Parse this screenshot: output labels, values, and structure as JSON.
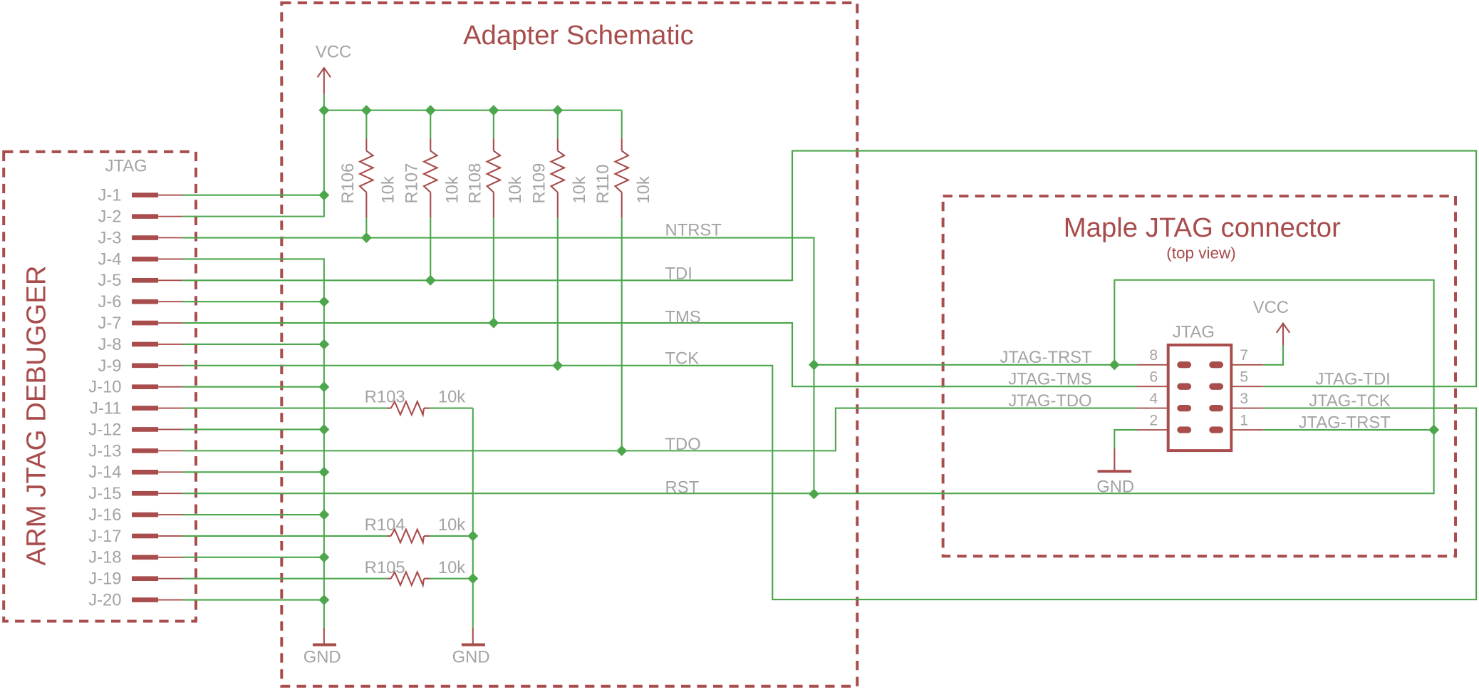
{
  "debugger": {
    "title": "ARM JTAG DEBUGGER",
    "connector_label": "JTAG",
    "pins": [
      "J-1",
      "J-2",
      "J-3",
      "J-4",
      "J-5",
      "J-6",
      "J-7",
      "J-8",
      "J-9",
      "J-10",
      "J-11",
      "J-12",
      "J-13",
      "J-14",
      "J-15",
      "J-16",
      "J-17",
      "J-18",
      "J-19",
      "J-20"
    ]
  },
  "adapter": {
    "title": "Adapter Schematic",
    "vcc_label": "VCC",
    "gnd_labels": [
      "GND",
      "GND"
    ],
    "pullups": [
      {
        "name": "R106",
        "value": "10k"
      },
      {
        "name": "R107",
        "value": "10k"
      },
      {
        "name": "R108",
        "value": "10k"
      },
      {
        "name": "R109",
        "value": "10k"
      },
      {
        "name": "R110",
        "value": "10k"
      }
    ],
    "pulldowns": [
      {
        "name": "R103",
        "value": "10k"
      },
      {
        "name": "R104",
        "value": "10k"
      },
      {
        "name": "R105",
        "value": "10k"
      }
    ],
    "signals": [
      "NTRST",
      "TDI",
      "TMS",
      "TCK",
      "TDO",
      "RST"
    ]
  },
  "maple": {
    "title": "Maple JTAG connector",
    "subtitle": "(top view)",
    "connector_label": "JTAG",
    "vcc_label": "VCC",
    "gnd_label": "GND",
    "left_pins": [
      {
        "num": "8",
        "signal": "JTAG-TRST"
      },
      {
        "num": "6",
        "signal": "JTAG-TMS"
      },
      {
        "num": "4",
        "signal": "JTAG-TDO"
      },
      {
        "num": "2",
        "signal": ""
      }
    ],
    "right_pins": [
      {
        "num": "7",
        "signal": ""
      },
      {
        "num": "5",
        "signal": "JTAG-TDI"
      },
      {
        "num": "3",
        "signal": "JTAG-TCK"
      },
      {
        "num": "1",
        "signal": "JTAG-TRST"
      }
    ]
  },
  "colors": {
    "wire": "#4ca64c",
    "symbol": "#a84c4c",
    "label": "#a3a3a3"
  }
}
